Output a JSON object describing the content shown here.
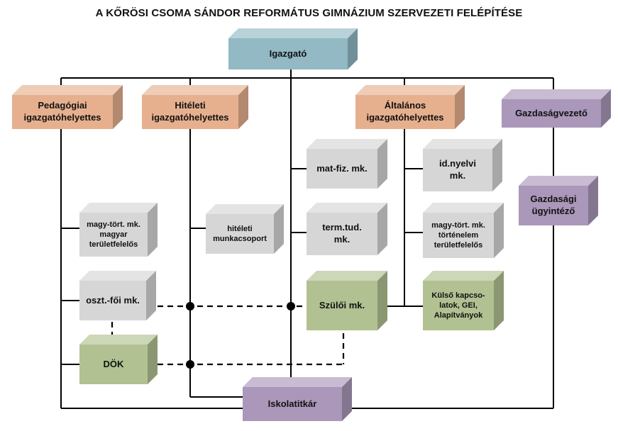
{
  "title": "A KŐRÖSI CSOMA SÁNDOR REFORMÁTUS GIMNÁZIUM SZERVEZETI FELÉPÍTÉSE",
  "colors": {
    "blue": "#92b9c4",
    "peach": "#e6b08e",
    "purple": "#aa97b9",
    "grey": "#d6d6d6",
    "green": "#b1c192",
    "line": "#000000"
  },
  "boxes": {
    "igazgato": {
      "label": "Igazgató",
      "color": "blue"
    },
    "pedagogiai": {
      "label": "Pedagógiai\nigazgatóhelyettes",
      "color": "peach"
    },
    "hiteleti": {
      "label": "Hitéleti\nigazgatóhelyettes",
      "color": "peach"
    },
    "altalanos": {
      "label": "Általános\nigazgatóhelyettes",
      "color": "peach"
    },
    "gazdasagvezeto": {
      "label": "Gazdaságvezető",
      "color": "purple"
    },
    "gazdasagi_ugyintezo": {
      "label": "Gazdasági\nügyintéző",
      "color": "purple"
    },
    "mat_fiz": {
      "label": "mat-fiz. mk.",
      "color": "grey"
    },
    "id_nyelvi": {
      "label": "id.nyelvi\nmk.",
      "color": "grey"
    },
    "magy_tort_magyar": {
      "label": "magy-tört. mk.\nmagyar\nterületfelelős",
      "color": "grey"
    },
    "hiteleti_munkacsoport": {
      "label": "hitéleti\nmunkacsoport",
      "color": "grey"
    },
    "term_tud": {
      "label": "term.tud.\nmk.",
      "color": "grey"
    },
    "magy_tort_tortenelem": {
      "label": "magy-tört. mk.\ntörténelem\nterületfelelős",
      "color": "grey"
    },
    "oszt_foi": {
      "label": "oszt.-fői mk.",
      "color": "grey"
    },
    "szuloi": {
      "label": "Szülői mk.",
      "color": "green"
    },
    "kulso": {
      "label": "Külső kapcso-\nlatok, GEI,\nAlapítványok",
      "color": "green"
    },
    "dok": {
      "label": "DÖK",
      "color": "green"
    },
    "iskolatitkar": {
      "label": "Iskolatitkár",
      "color": "purple"
    }
  }
}
